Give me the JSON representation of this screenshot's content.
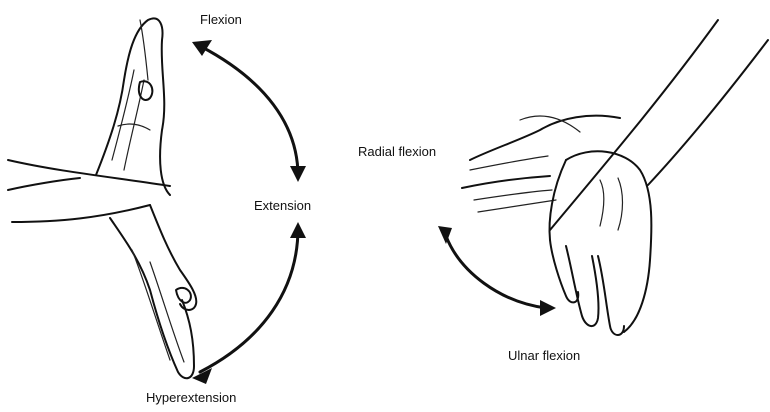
{
  "labels": {
    "flexion": "Flexion",
    "extension": "Extension",
    "hyperextension": "Hyperextension",
    "radial_flexion": "Radial flexion",
    "ulnar_flexion": "Ulnar flexion"
  }
}
